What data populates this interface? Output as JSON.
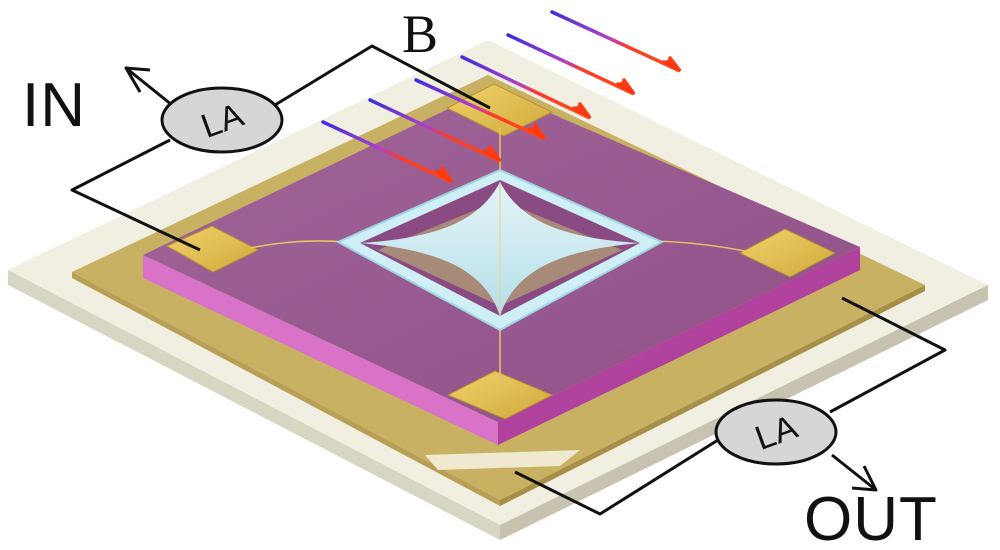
{
  "labels": {
    "input": "IN",
    "output": "OUT",
    "field": "B",
    "amplifier_in": "LA",
    "amplifier_out": "LA"
  },
  "colors": {
    "substrate": "#e7e3d3",
    "gold_film": "#c9b163",
    "chip_top": "#9a5c8e",
    "chip_side_left": "#d873c8",
    "chip_side_right": "#b0429e",
    "pad": "#e3c357",
    "membrane": "#cfeff5",
    "arrow_start": "#3b2ee0",
    "arrow_end": "#ff3a10",
    "wire": "#111111",
    "amplifier_fill": "#d6d6d6"
  },
  "icons": {
    "amplifier": "lock-in-amplifier-icon",
    "signal_arrow": "arrow-icon"
  }
}
